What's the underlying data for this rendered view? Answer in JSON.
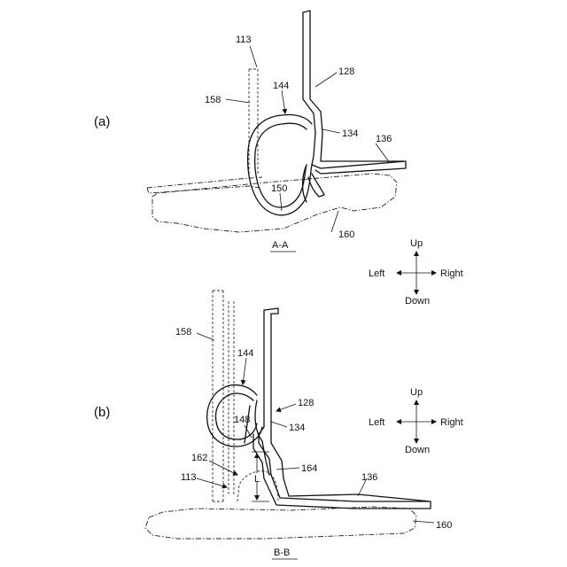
{
  "panels": {
    "a": {
      "label": "(a)",
      "section": "A-A",
      "refs": {
        "r113": "113",
        "r128": "128",
        "r134": "134",
        "r136": "136",
        "r144": "144",
        "r150": "150",
        "r158": "158",
        "r160": "160"
      },
      "directions": {
        "up": "Up",
        "down": "Down",
        "left": "Left",
        "right": "Right"
      }
    },
    "b": {
      "label": "(b)",
      "section": "B-B",
      "refs": {
        "r113": "113",
        "r128": "128",
        "r134": "134",
        "r136": "136",
        "r144": "144",
        "r148": "148",
        "r158": "158",
        "r160": "160",
        "r162": "162",
        "r164": "164",
        "rL": "L"
      },
      "directions": {
        "up": "Up",
        "down": "Down",
        "left": "Left",
        "right": "Right"
      }
    }
  }
}
